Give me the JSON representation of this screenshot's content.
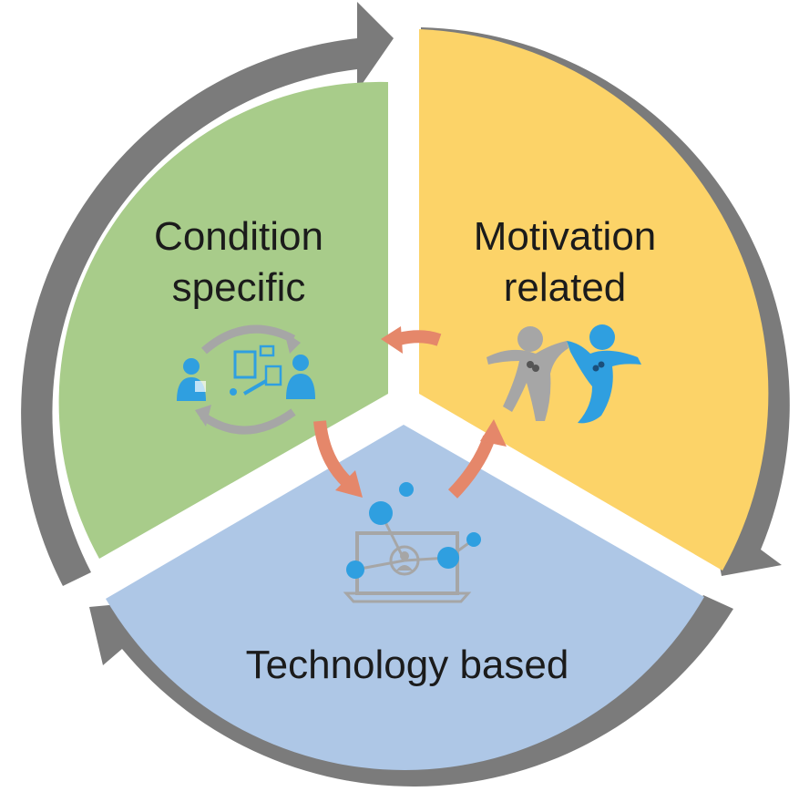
{
  "segments": {
    "condition": {
      "line1": "Condition",
      "line2": "specific",
      "color": "#a8cc8a"
    },
    "motivation": {
      "line1": "Motivation",
      "line2": "related",
      "color": "#fcd368"
    },
    "technology": {
      "line1": "Technology based",
      "color": "#aec7e6"
    }
  },
  "ring_color": "#7b7b7b",
  "connector_color": "#e5876a",
  "icon_blue": "#2f9fe0",
  "icon_grey": "#a6a6a6",
  "icons": {
    "condition": "healthcare-cycle-icon",
    "motivation": "high-five-people-icon",
    "technology": "laptop-network-icon"
  }
}
